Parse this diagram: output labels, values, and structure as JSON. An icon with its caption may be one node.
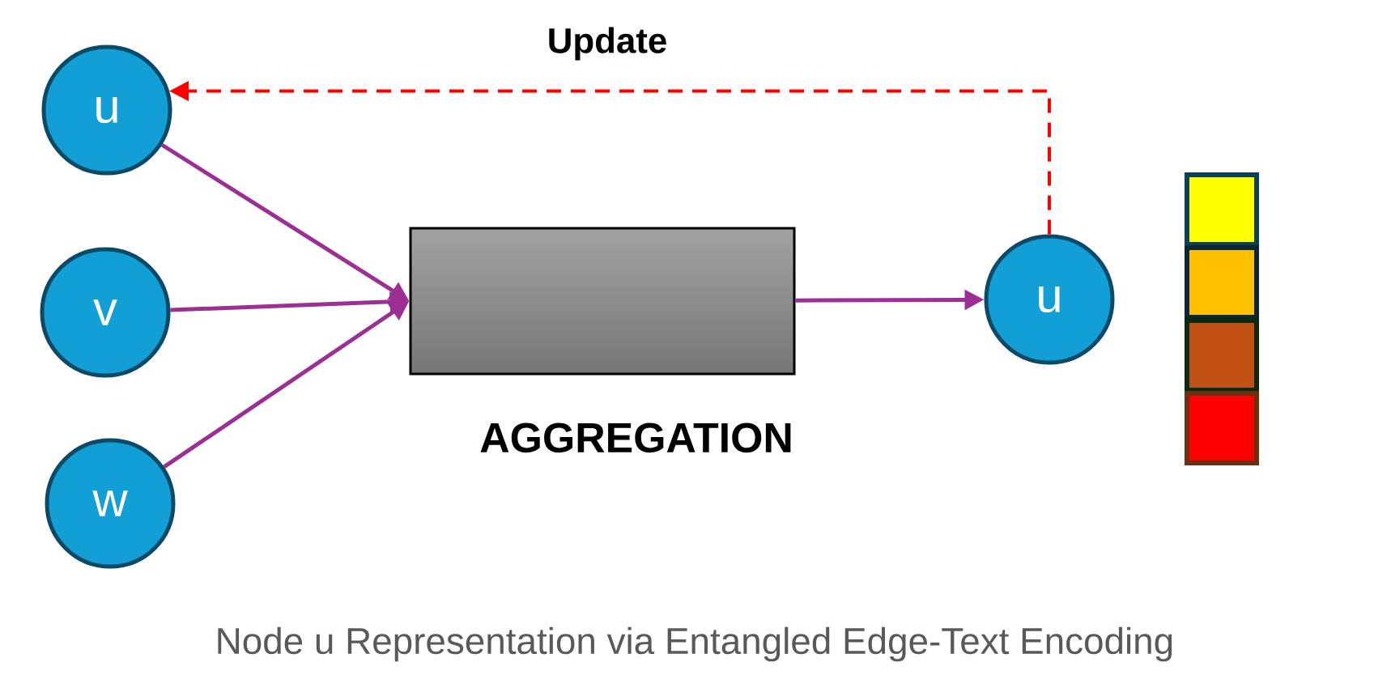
{
  "diagram": {
    "caption": "Node u Representation via Entangled Edge-Text Encoding",
    "nodes": [
      {
        "text": [
          "u"
        ]
      },
      {
        "text": [
          "v"
        ]
      },
      {
        "text": [
          "w"
        ]
      },
      {
        "text": [
          "AGGREGATION"
        ]
      },
      {
        "text": [
          "u"
        ]
      }
    ],
    "edges": [
      {
        "from": 0,
        "to": 3,
        "arrow": "to"
      },
      {
        "from": 1,
        "to": 3,
        "arrow": "to"
      },
      {
        "from": 2,
        "to": 3,
        "arrow": "to"
      },
      {
        "from": 3,
        "to": 4,
        "arrow": "to"
      },
      {
        "from": 4,
        "to": 0,
        "arrow": "to",
        "label": "Update",
        "style": "dashed",
        "color": "#ff0000"
      }
    ]
  }
}
